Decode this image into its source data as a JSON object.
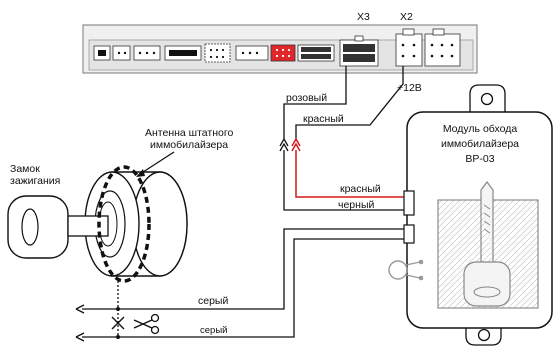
{
  "connector_labels": {
    "x3": "X3",
    "x2": "X2"
  },
  "power_label": "+12В",
  "wires": {
    "pink": "розовый",
    "red_top": "красный",
    "red_module": "красный",
    "black_module": "черный",
    "gray_top": "серый",
    "gray_bottom": "серый"
  },
  "antenna_label": {
    "line1": "Антенна штатного",
    "line2": "иммобилайзера"
  },
  "lock_label": {
    "line1": "Замок",
    "line2": "зажигания"
  },
  "module_label": {
    "line1": "Модуль обхода",
    "line2": "иммобилайзера",
    "line3": "BP-03"
  },
  "colors": {
    "red_wire": "#d4181c",
    "red_connector": "#e0262a",
    "module_fill": "#ffffff"
  }
}
